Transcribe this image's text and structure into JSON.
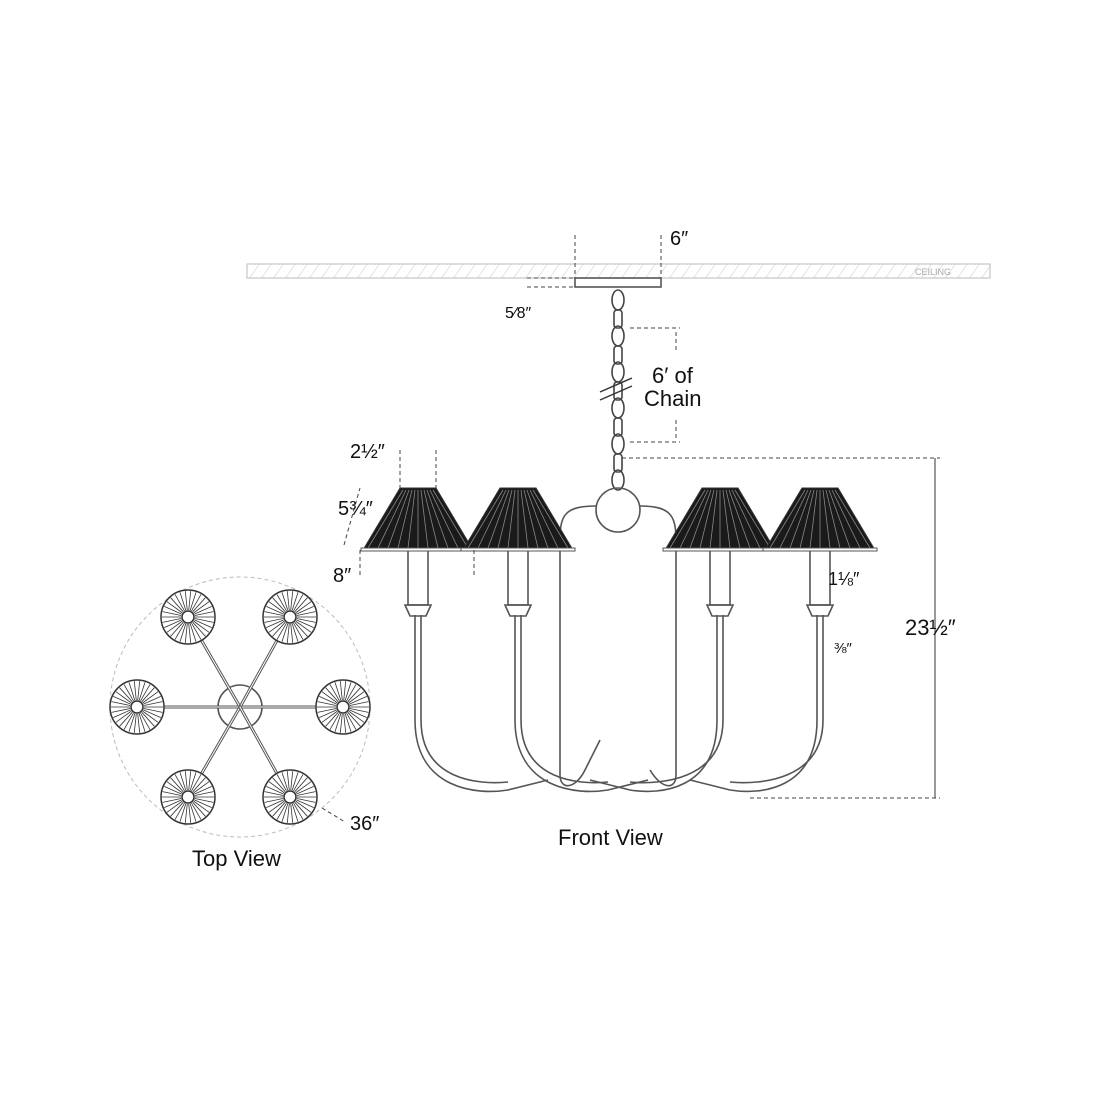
{
  "title_front": "Front View",
  "title_top": "Top View",
  "ceiling_label": "CEILING",
  "dimensions": {
    "canopy_width": "6″",
    "canopy_depth": "5⁄8″",
    "chain_length_1": "6′ of",
    "chain_length_2": "Chain",
    "shade_top": "2½″",
    "shade_height": "5¾″",
    "shade_bottom": "8″",
    "socket_width": "1⅛″",
    "arm_width": "⅜″",
    "overall_height": "23½″",
    "overall_diameter": "36″"
  },
  "colors": {
    "line": "#555555",
    "shade": "#1a1a1a",
    "ceiling_hatch": "#bbbbbb"
  }
}
